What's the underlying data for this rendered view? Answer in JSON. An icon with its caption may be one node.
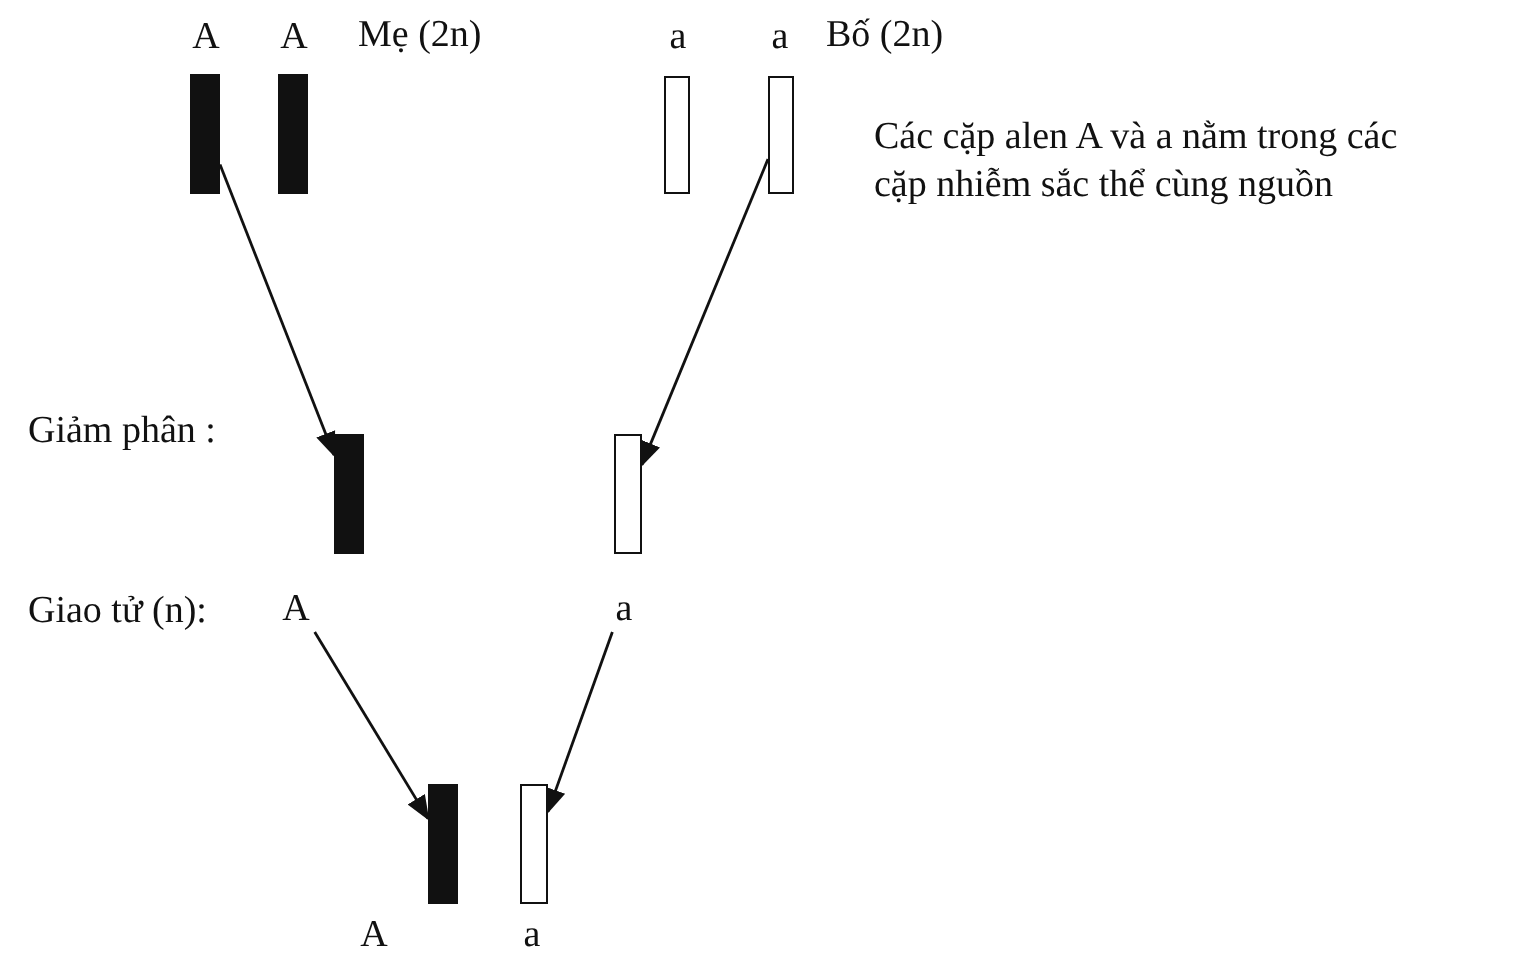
{
  "diagram": {
    "nodes": [
      {
        "text": [
          "A"
        ]
      },
      {
        "text": [
          "A"
        ]
      },
      {
        "text": [
          "a"
        ]
      },
      {
        "text": [
          "a"
        ]
      },
      {
        "text": [],
        "shape": "bar"
      },
      {
        "text": [],
        "shape": "bar"
      },
      {
        "text": [
          "A"
        ]
      },
      {
        "text": [
          "a"
        ]
      },
      {
        "text": [
          "A"
        ]
      },
      {
        "text": [
          "a"
        ]
      }
    ],
    "edges": [
      {
        "from": 0,
        "to": 4,
        "arrow": "to"
      },
      {
        "from": 3,
        "to": 5,
        "arrow": "to"
      },
      {
        "from": 6,
        "to": 8,
        "arrow": "to"
      },
      {
        "from": 7,
        "to": 9,
        "arrow": "to"
      }
    ],
    "labels": [
      "Mẹ (2n)",
      "Bố (2n)",
      "Các cặp alen A và a nằm trong các cặp nhiễm sắc thể cùng nguồn",
      "Giảm phân :",
      "Giao tử (n):"
    ]
  }
}
